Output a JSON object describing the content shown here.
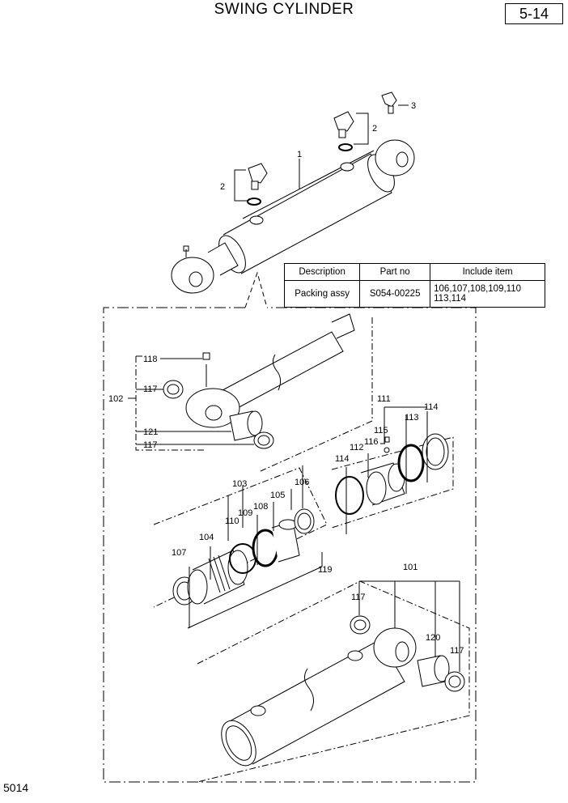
{
  "header": {
    "title": "SWING CYLINDER",
    "page_number": "5-14"
  },
  "footer": {
    "code": "5014"
  },
  "table": {
    "headers": [
      "Description",
      "Part no",
      "Include item"
    ],
    "row": {
      "description": "Packing assy",
      "part_no": "S054-00225",
      "include_line1": "106,107,108,109,110",
      "include_line2": "113,114"
    }
  },
  "callouts": {
    "c1": "1",
    "c2a": "2",
    "c2b": "2",
    "c3": "3",
    "c101": "101",
    "c102": "102",
    "c103": "103",
    "c104": "104",
    "c105": "105",
    "c106": "106",
    "c107": "107",
    "c108": "108",
    "c109": "109",
    "c110": "110",
    "c111": "111",
    "c112": "112",
    "c113": "113",
    "c114a": "114",
    "c114b": "114",
    "c115": "115",
    "c116": "116",
    "c117a": "117",
    "c117b": "117",
    "c117c": "117",
    "c117d": "117",
    "c118": "118",
    "c119": "119",
    "c120": "120",
    "c121": "121"
  }
}
